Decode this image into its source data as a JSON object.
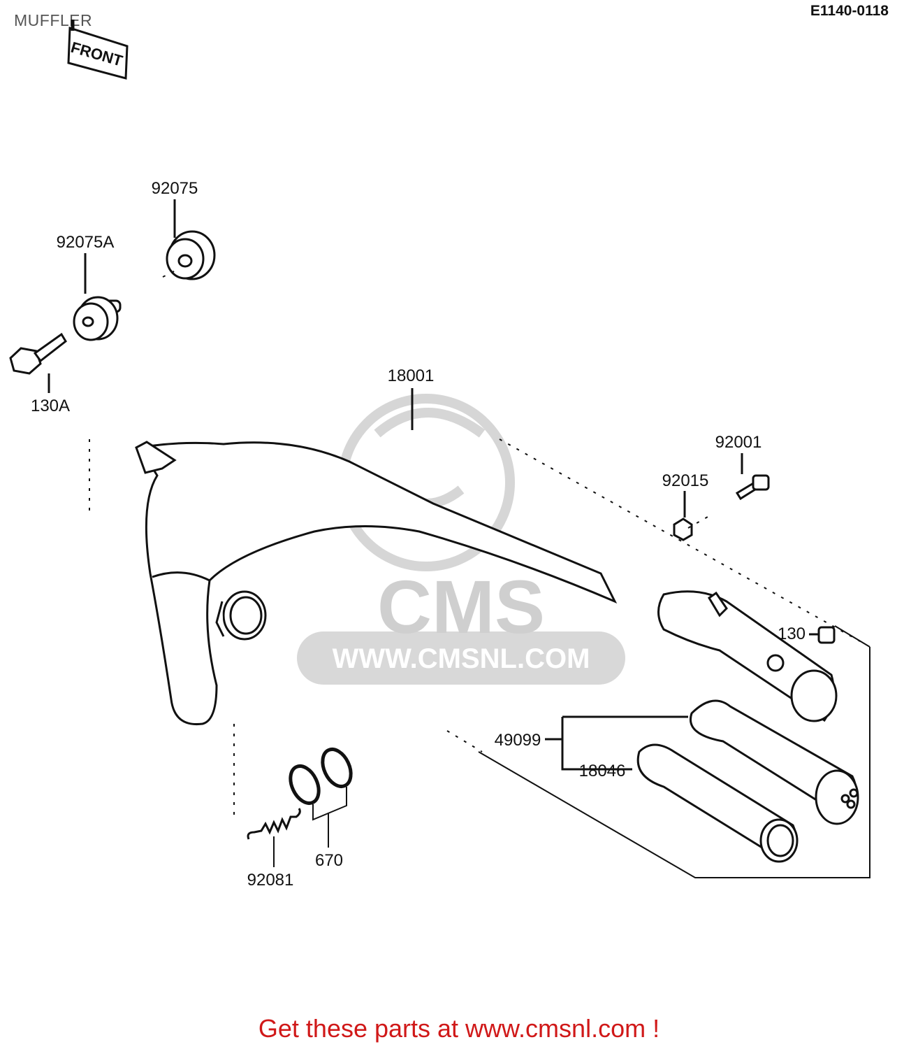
{
  "page": {
    "title": "MUFFLER",
    "diagram_code": "E1140-0118",
    "footer": "Get these parts at www.cmsnl.com !",
    "front_marker": "FRONT"
  },
  "watermark": {
    "logo_text": "CMS",
    "url_text": "WWW.CMSNL.COM"
  },
  "callouts": {
    "p92075": "92075",
    "p92075A": "92075A",
    "p130A": "130A",
    "p18001": "18001",
    "p92001": "92001",
    "p92015": "92015",
    "p130": "130",
    "p49099": "49099",
    "p18046": "18046",
    "p670": "670",
    "p92081": "92081"
  },
  "colors": {
    "ink": "#111111",
    "watermark": "#cfcfcf",
    "footer": "#d01818"
  }
}
